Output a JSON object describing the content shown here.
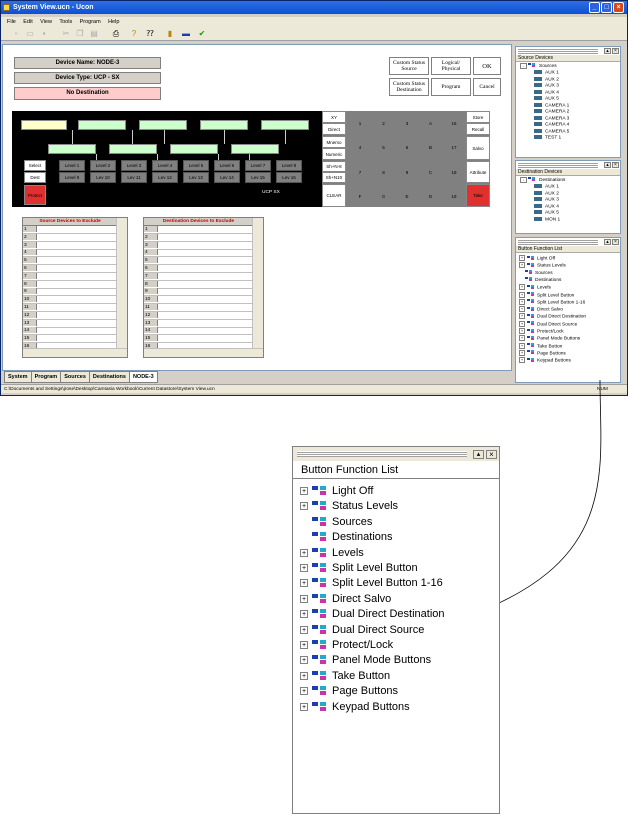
{
  "window": {
    "title": "System View.ucn - Ucon",
    "menu": [
      "File",
      "Edit",
      "View",
      "Tools",
      "Program",
      "Help"
    ]
  },
  "device": {
    "name": "Device Name: NODE-3",
    "type": "Device Type: UCP - SX",
    "destination": "No Destination"
  },
  "top_buttons": {
    "custom_status_source": "Custom Status Source",
    "logical_physical": "Logical/ Physical",
    "ok": "OK",
    "custom_status_destination": "Custom Status Destination",
    "program": "Program",
    "cancel": "Cancel"
  },
  "panel": {
    "select": "Select",
    "dest": "Dest",
    "protect": "Protect",
    "model": "UCP SX",
    "levels_top": [
      "Level 1",
      "Level 2",
      "Level 3",
      "Level 4",
      "Level 5",
      "Level 6",
      "Level 7",
      "Level 8"
    ],
    "levels_bottom": [
      "Level 9",
      "Lev 10",
      "Lev 11",
      "Lev 12",
      "Lev 13",
      "Lev 14",
      "Lev 15",
      "Lev 16"
    ]
  },
  "keypad": {
    "left_col": [
      "XY",
      "Direct",
      "Mnemo",
      "Numeric",
      "Sh+N-8",
      "Sh+N10",
      "CLEAR"
    ],
    "rows": [
      [
        "1",
        "2",
        "3",
        "A",
        "16"
      ],
      [
        "4",
        "5",
        "6",
        "B",
        "17"
      ],
      [
        "7",
        "8",
        "9",
        "C",
        "18"
      ],
      [
        "F",
        "0",
        "E",
        "D",
        "19"
      ]
    ],
    "right_col": [
      "Store",
      "Recall",
      "Salvo",
      "Attribute",
      "Take"
    ]
  },
  "grids": {
    "source_title": "Source Devices to Exclude",
    "dest_title": "Destination Devices to Exclude",
    "rows": [
      "1",
      "2",
      "3",
      "4",
      "5",
      "6",
      "7",
      "8",
      "9",
      "10",
      "11",
      "12",
      "13",
      "14",
      "15",
      "16"
    ]
  },
  "tabs": [
    "System",
    "Program",
    "Sources",
    "Destinations",
    "NODE-3"
  ],
  "status_path": "C:\\Documents and Settings\\jrose\\Desktop\\Camtasia Workbook\\Current Datastore\\System View.ucn",
  "status_right": "NUM",
  "source_devices": {
    "title": "Source Devices",
    "root": "Sources",
    "items": [
      "AUX 1",
      "AUX 2",
      "AUX 3",
      "AUX 4",
      "AUX 5",
      "CAMERA 1",
      "CAMERA 2",
      "CAMERA 3",
      "CAMERA 4",
      "CAMERA 5",
      "TEST 1"
    ]
  },
  "destination_devices": {
    "title": "Destination Devices",
    "root": "Destinations",
    "items": [
      "AUX 1",
      "AUX 2",
      "AUX 3",
      "AUX 4",
      "AUX 5",
      "MON 1"
    ]
  },
  "button_function_list": {
    "title": "Button Function List",
    "items": [
      "Light Off",
      "Status Levels",
      "Sources",
      "Destinations",
      "Levels",
      "Split Level Button",
      "Split Level Button 1-16",
      "Direct Salvo",
      "Dual Direct Destination",
      "Dual Direct Source",
      "Protect/Lock",
      "Panel Mode Buttons",
      "Take Button",
      "Page Buttons",
      "Keypad Buttons"
    ],
    "expandable": [
      true,
      true,
      false,
      false,
      true,
      true,
      true,
      true,
      true,
      true,
      true,
      true,
      true,
      true,
      true
    ]
  },
  "zoom_panel": {
    "title": "Button Function List",
    "items": [
      "Light Off",
      "Status Levels",
      "Sources",
      "Destinations",
      "Levels",
      "Split Level Button",
      "Split Level Button 1-16",
      "Direct Salvo",
      "Dual Direct Destination",
      "Dual Direct Source",
      "Protect/Lock",
      "Panel Mode Buttons",
      "Take Button",
      "Page Buttons",
      "Keypad Buttons"
    ]
  },
  "colors": {
    "titlebar": "#0b4fd6",
    "window_bg": "#d4d0c8",
    "green_box": "#ccffcc",
    "yellow_box": "#ffffcc",
    "destination_bg": "#ffcccc",
    "take_red": "#e03030",
    "grid_header_text": "#c00000"
  }
}
